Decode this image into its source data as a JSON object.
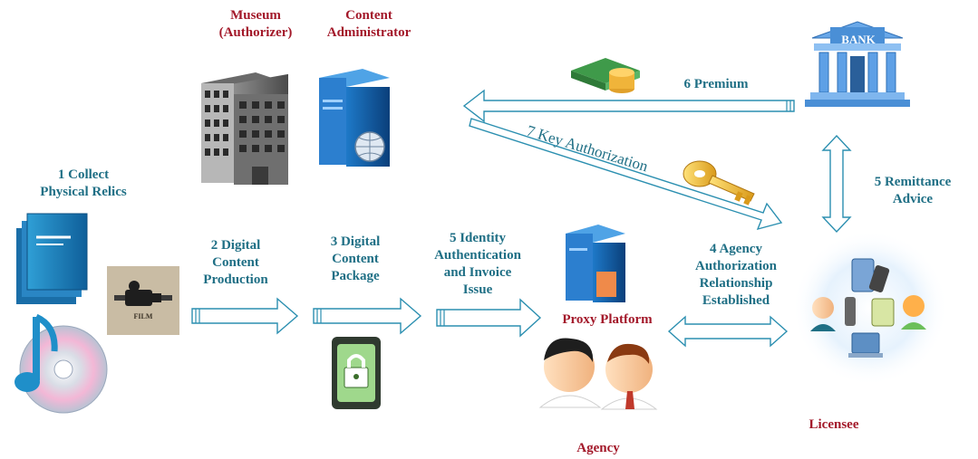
{
  "nodes": {
    "museum": "Museum\n(Authorizer)",
    "content_admin": "Content\nAdministrator",
    "proxy_platform": "Proxy Platform",
    "agency": "Agency",
    "licensee": "Licensee",
    "bank_sign": "BANK",
    "film_tag": "FILM"
  },
  "steps": {
    "collect": "1 Collect\nPhysical Relics",
    "digital_production": "2 Digital\nContent\nProduction",
    "digital_package": "3 Digital\nContent\nPackage",
    "identity_auth": "5  Identity\nAuthentication\nand Invoice\nIssue",
    "agency_auth": "4 Agency\nAuthorization\nRelationship\nEstablished",
    "remittance": "5 Remittance\nAdvice",
    "premium": "6 Premium",
    "key_auth": "7 Key Authorization"
  },
  "colors": {
    "step_text": "#1f6f85",
    "node_text": "#a3192a",
    "arrow": "#2b8fb0"
  }
}
